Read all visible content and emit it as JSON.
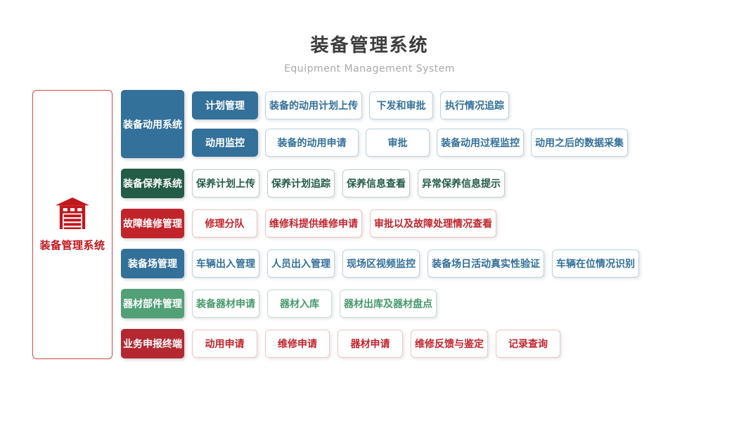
{
  "header": {
    "title": "装备管理系统",
    "subtitle": "Equipment Management System"
  },
  "root": {
    "label": "装备管理系统",
    "icon": "garage-icon"
  },
  "groups": [
    {
      "category": "装备动用系统",
      "color": "blue",
      "subrows": [
        {
          "sub": "计划管理",
          "items": [
            "装备的动用计划上传",
            "下发和审批",
            "执行情况追踪"
          ]
        },
        {
          "sub": "动用监控",
          "items": [
            "装备的动用申请",
            "审批",
            "装备动用过程监控",
            "动用之后的数据采集"
          ]
        }
      ]
    },
    {
      "category": "装备保养系统",
      "color": "dgreen",
      "items": [
        "保养计划上传",
        "保养计划追踪",
        "保养信息查看",
        "异常保养信息提示"
      ]
    },
    {
      "category": "故障维修管理",
      "color": "red",
      "items": [
        "修理分队",
        "维修科提供维修申请",
        "审批以及故障处理情况查看"
      ]
    },
    {
      "category": "装备场管理",
      "color": "blue",
      "items": [
        "车辆出入管理",
        "人员出入管理",
        "现场区视频监控",
        "装备场日活动真实性验证",
        "车辆在位情况识别"
      ]
    },
    {
      "category": "器材部件管理",
      "color": "green",
      "items": [
        "装备器材申请",
        "器材入库",
        "器材出库及器材盘点"
      ]
    },
    {
      "category": "业务申报终端",
      "color": "dred",
      "items": [
        "动用申请",
        "维修申请",
        "器材申请",
        "维修反馈与鉴定",
        "记录查询"
      ]
    }
  ],
  "palette": {
    "blue": "#33709a",
    "dark_green": "#235c47",
    "red": "#c2242c",
    "green": "#52a077",
    "dark_red": "#b52831",
    "root_red": "#c2161d",
    "title_gray": "#3d3d3d",
    "subtitle_gray": "#a9a9a9"
  }
}
